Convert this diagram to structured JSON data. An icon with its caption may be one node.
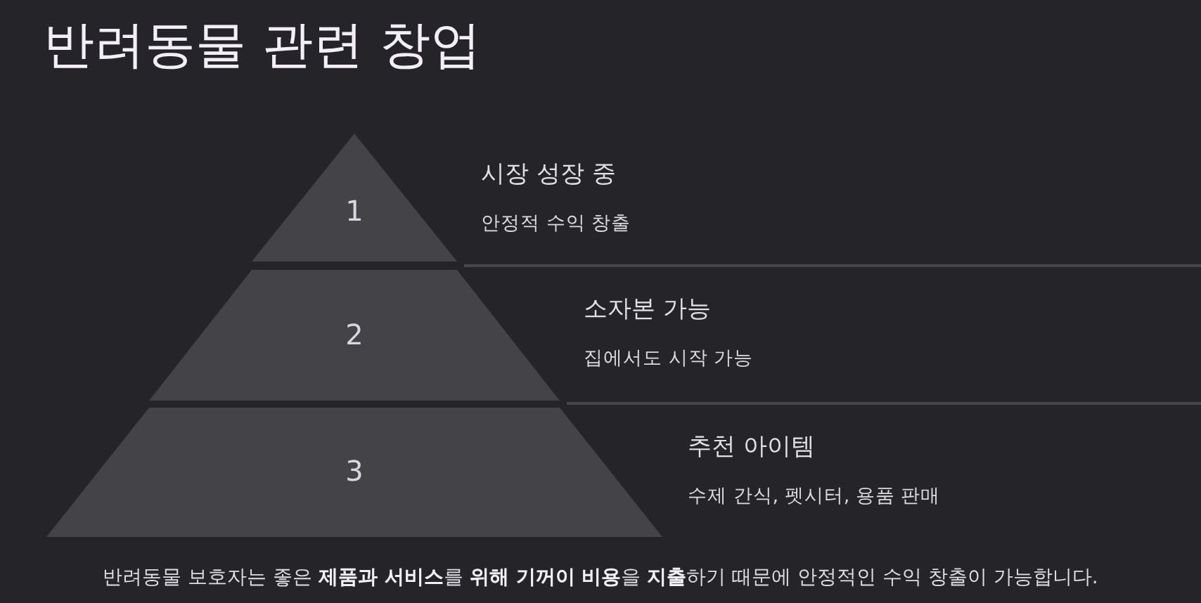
{
  "diagram": {
    "title": "반려동물 관련 창업",
    "nodes": [
      {
        "text": [
          "1"
        ],
        "beside": [
          "시장 성장 중",
          "안정적 수익 창출"
        ]
      },
      {
        "text": [
          "2"
        ],
        "beside": [
          "소자본 가능",
          "집에서도 시작 가능"
        ]
      },
      {
        "text": [
          "3"
        ],
        "beside": [
          "추천 아이템",
          "수제 간식, 펫시터, 용품 판매"
        ]
      }
    ],
    "caption": "반려동물 보호자는 좋은 **제품과 서비스**를 **위해 기꺼이 비용**을 **지출**하기 때문에 안정적인 수익 창출이 가능합니다."
  }
}
